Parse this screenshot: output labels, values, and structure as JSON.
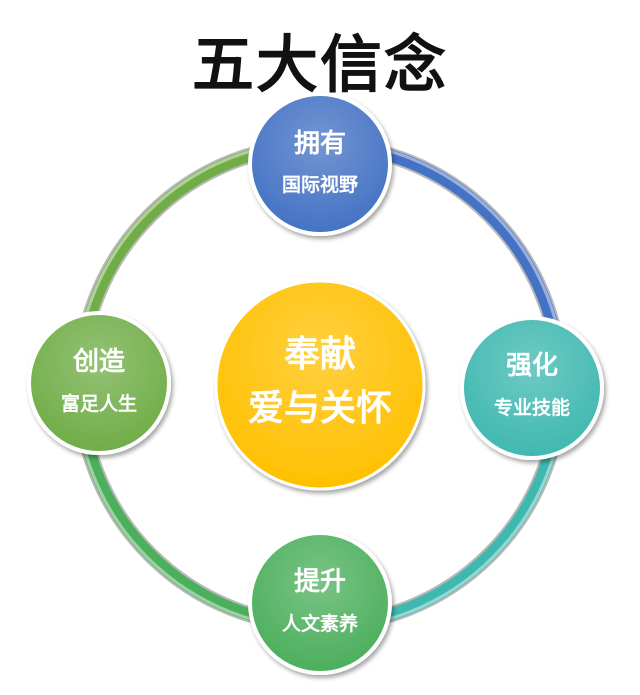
{
  "title": "五大信念",
  "center": {
    "line1": "奉献",
    "line2": "爱与关怀",
    "color": "#FFC000"
  },
  "nodes": [
    {
      "id": "top",
      "line1": "拥有",
      "line2": "国际视野",
      "color": "#4472C4"
    },
    {
      "id": "right",
      "line1": "强化",
      "line2": "专业技能",
      "color": "#3FB8B0"
    },
    {
      "id": "bottom",
      "line1": "提升",
      "line2": "人文素养",
      "color": "#4CAF5C"
    },
    {
      "id": "left",
      "line1": "创造",
      "line2": "富足人生",
      "color": "#70AD47"
    }
  ],
  "ring_colors": {
    "top_right": "#4472C4",
    "right_bottom": "#3FB8B0",
    "bottom_left": "#4CAF5C",
    "left_top": "#70AD47"
  }
}
